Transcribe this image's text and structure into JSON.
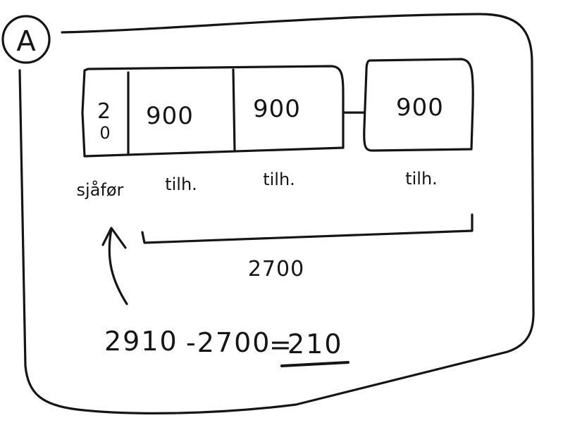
{
  "label": "A",
  "diagram": {
    "driver_cell": {
      "top": "2",
      "bottom": "0",
      "caption": "sjåfør"
    },
    "attendant_cells": [
      {
        "value": "900",
        "caption": "tilh."
      },
      {
        "value": "900",
        "caption": "tilh."
      },
      {
        "value": "900",
        "caption": "tilh."
      }
    ],
    "brace_total": "2700"
  },
  "equation": {
    "lhs": "2910",
    "minus": "-2700",
    "equals": "=",
    "result": "210"
  }
}
